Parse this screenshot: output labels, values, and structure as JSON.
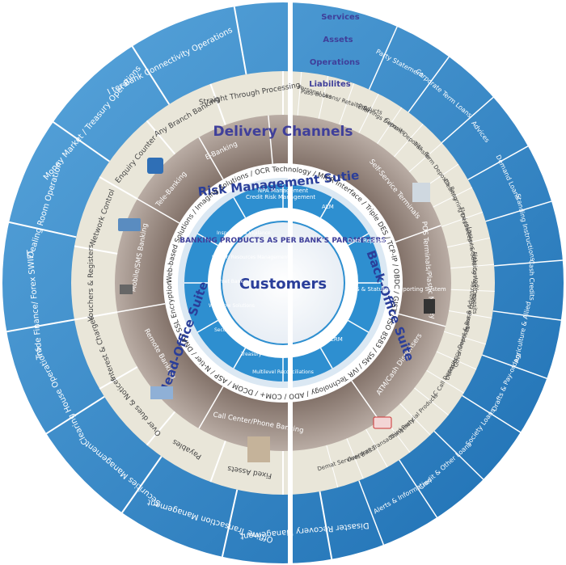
{
  "center": {
    "label": "Customers",
    "inner_ring_label": "BANKING PRODUCTS AS PER BANK'S PARAMETERS"
  },
  "suites": {
    "risk": "Risk Management Sutie",
    "back": "Back-Office Suite",
    "head": "Head-Office Suite"
  },
  "delivery_channels": "Delivery Channels",
  "risk_items": [
    "Credit Risk Management",
    "NPA Management",
    "ALM"
  ],
  "back_items": [
    "Data Repository",
    "MIS & Statutory Reporting System",
    "CRM"
  ],
  "bottom_items": [
    "Multilevel Reconciliations",
    "Treasury",
    "Securities"
  ],
  "head_items": [
    "Workflow Solutions",
    "Internet Bank",
    "Human Resources Management",
    "Inspection & Vigilance"
  ],
  "tech_ring": "Web-based Solutions / Imaging Solutions / OCR Technology / MICR Interface / Triple DES / TCP-IP / OBDC / GIST / ISO 8583 / SMS / IVR Technology / ADO / COM+ / DCOM / ASP / N-tier / DNA / SSL Encryption",
  "channels": [
    "E-Banking",
    "Self-Service Terminals",
    "POS Terminals/Plastic Money",
    "ATM/Cash Dispensers",
    "Call Center/Phone Banking",
    "Remote Banking",
    "Mobile/SMS Banking",
    "Tele-Banking"
  ],
  "ring_mid": [
    "Straight Through Processing",
    "Any Branch Banking",
    "Enquiry Counter",
    "Network Control",
    "Vouchers & Registers",
    "Interest & Charges",
    "Over dues & Notices",
    "Payables",
    "Fixed Assets"
  ],
  "ring_outer_left": [
    "I ter-Bank Connectivity Operations",
    "Money Market / Treasury Operations",
    "Dealing Room Operation",
    "Trade Finance/ Forex SWIFT",
    "Clearing House Operations",
    "Securities Management",
    "Offline Transaction Management",
    "Disaster Recovery Management"
  ],
  "right_tabs": [
    "Services",
    "Assets",
    "Operations",
    "Liabilites"
  ],
  "right_mid": [
    "Pass-books",
    "Personal Loans/ Retail Products",
    "Teller",
    "Savings Deposits",
    "Current Deposits",
    "Transfer",
    "Term Deposits",
    "Clearing",
    "Recurring Deposits",
    "Flexi (Sweep-in-out)",
    "Locker & Safe Custody",
    "Floating rate Deposits",
    "Loans & Advances",
    "Government & Rural Loans",
    "Deliquency Deposits",
    "Call Deposits",
    "LC",
    "Financial Products",
    "Third Party",
    "Bills Transactions",
    "Overdrafts",
    "Demat Services"
  ],
  "right_outer": [
    "Party Statement",
    "Corporate Term Loans",
    "Advices",
    "Demand Loans",
    "Standing Instructions",
    "Cash Credits",
    "Agriculture & Allied",
    "Drafts & Pay-orders",
    "Society Loans",
    "Credit & Other Loans",
    "Alerts & Information"
  ],
  "colors": {
    "blue": "#2f82c4",
    "cyan": "#3fa7e0",
    "brown": "#8a7a72",
    "beige": "#e8e4d6",
    "title": "#3f3f9a"
  }
}
